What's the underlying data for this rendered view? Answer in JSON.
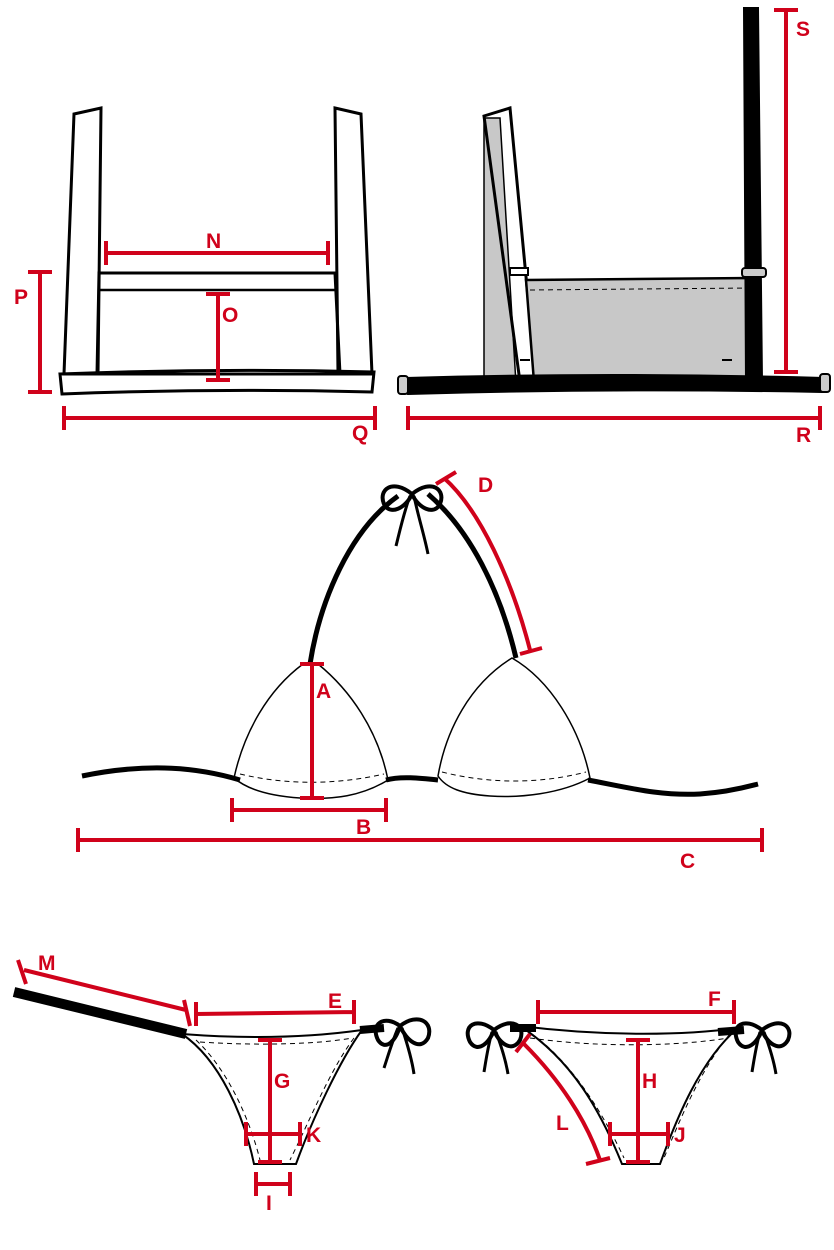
{
  "colors": {
    "measure": "#d0021b",
    "outline": "#000000",
    "panel_fill": "#c8c8c8",
    "background": "#ffffff"
  },
  "labels": {
    "a": "A",
    "b": "B",
    "c": "C",
    "d": "D",
    "e": "E",
    "f": "F",
    "g": "G",
    "h": "H",
    "i": "I",
    "j": "J",
    "k": "K",
    "l": "L",
    "m": "M",
    "n": "N",
    "o": "O",
    "p": "P",
    "q": "Q",
    "r": "R",
    "s": "S"
  }
}
